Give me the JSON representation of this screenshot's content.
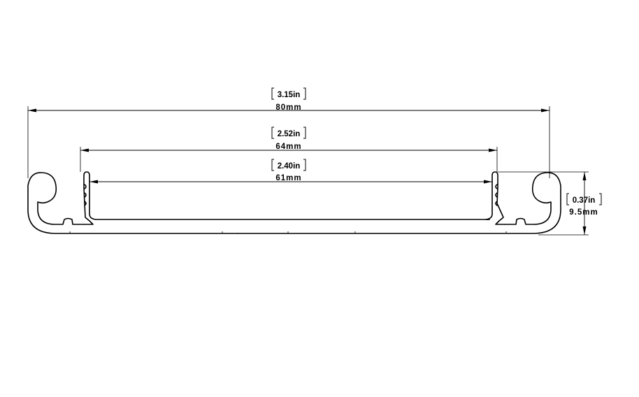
{
  "dimensions": {
    "overall_width": {
      "inch": "3.15in",
      "mm": "80mm"
    },
    "outer_channel_width": {
      "inch": "2.52in",
      "mm": "64mm"
    },
    "inner_channel_width": {
      "inch": "2.40in",
      "mm": "61mm"
    },
    "height": {
      "inch": "0.37in",
      "mm": "9.5mm"
    }
  }
}
